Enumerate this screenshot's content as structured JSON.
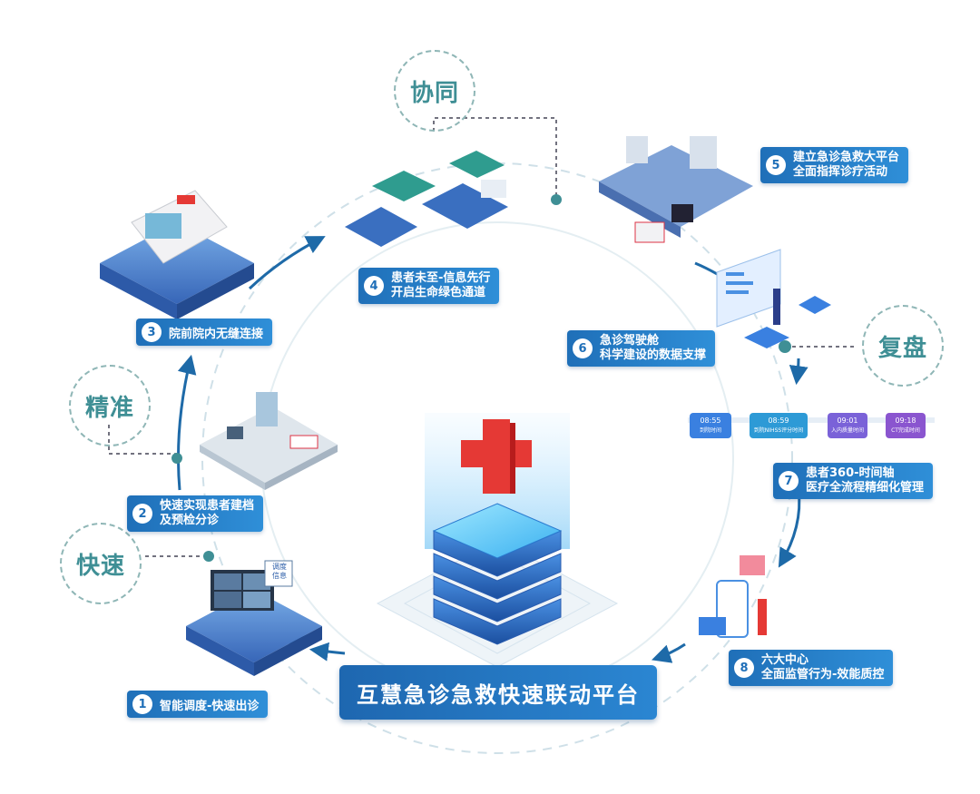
{
  "platform_title": "互慧急诊急救快速联动平台",
  "keywords": {
    "k1": "协同",
    "k2": "精准",
    "k3": "快速",
    "k4": "复盘"
  },
  "steps": [
    {
      "num": "1",
      "line1": "智能调度-快速出诊",
      "line2": ""
    },
    {
      "num": "2",
      "line1": "快速实现患者建档",
      "line2": "及预检分诊"
    },
    {
      "num": "3",
      "line1": "院前院内无缝连接",
      "line2": ""
    },
    {
      "num": "4",
      "line1": "患者未至-信息先行",
      "line2": "开启生命绿色通道"
    },
    {
      "num": "5",
      "line1": "建立急诊急救大平台",
      "line2": "全面指挥诊疗活动"
    },
    {
      "num": "6",
      "line1": "急诊驾驶舱",
      "line2": "科学建设的数据支撑"
    },
    {
      "num": "7",
      "line1": "患者360-时间轴",
      "line2": "医疗全流程精细化管理"
    },
    {
      "num": "8",
      "line1": "六大中心",
      "line2": "全面监管行为-效能质控"
    }
  ],
  "timeline": [
    {
      "time": "08:55",
      "caption": "到院时间"
    },
    {
      "time": "08:59",
      "caption": "到院NIHSS评分时间"
    },
    {
      "time": "09:01",
      "caption": "入内质量时间"
    },
    {
      "time": "09:18",
      "caption": "CT完成时间"
    }
  ],
  "screen_sign": "调度\n信息",
  "colors": {
    "primary": "#1f6fb8",
    "accent": "#3f8f95",
    "cross": "#e53935"
  }
}
